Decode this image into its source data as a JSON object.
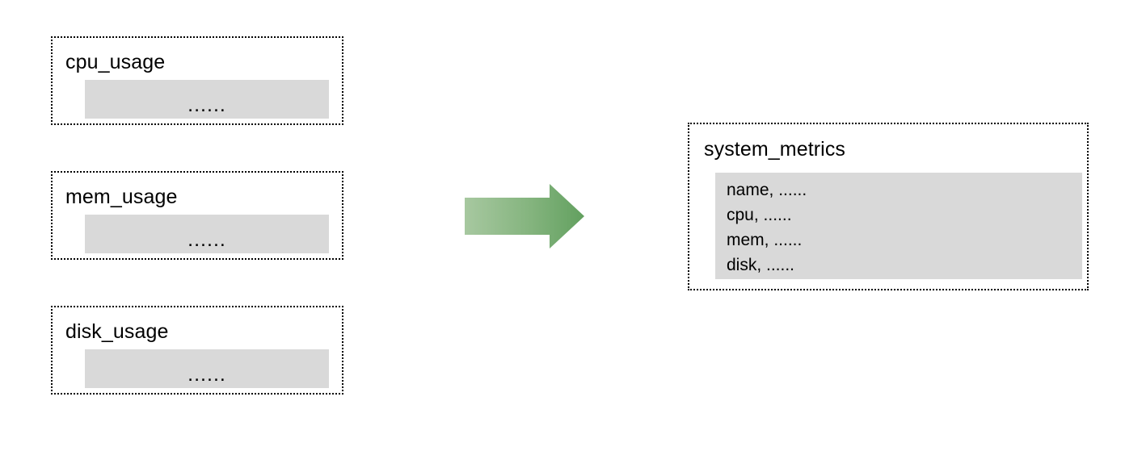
{
  "diagram": {
    "background_color": "#ffffff",
    "sources": [
      {
        "id": "cpu",
        "title": "cpu_usage",
        "body_placeholder": "......"
      },
      {
        "id": "mem",
        "title": "mem_usage",
        "body_placeholder": "......"
      },
      {
        "id": "disk",
        "title": "disk_usage",
        "body_placeholder": "......"
      }
    ],
    "arrow": {
      "icon": "right-arrow-icon",
      "direction": "right",
      "gradient_start_color": "#a7c8a0",
      "gradient_end_color": "#62a05f"
    },
    "target": {
      "id": "system_metrics",
      "title": "system_metrics",
      "fields": [
        "name, ......",
        "cpu, ......",
        "mem, ......",
        "disk, ......"
      ]
    },
    "style": {
      "block_fill_color": "#d9d9d9",
      "border_color": "#000000",
      "text_color": "#000000"
    }
  }
}
